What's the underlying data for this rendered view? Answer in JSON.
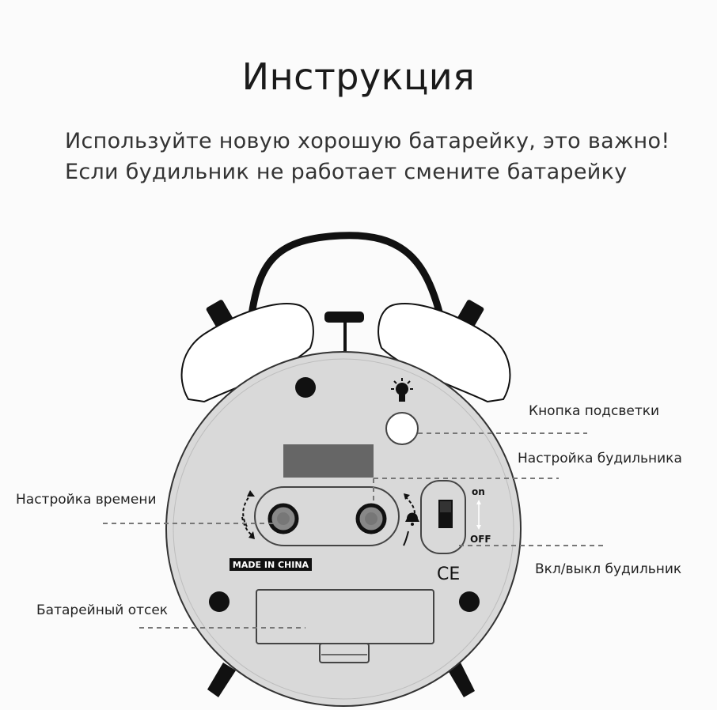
{
  "title": "Инструкция",
  "instructions": [
    "Используйте новую хорошую батарейку, это важно!",
    "Если будильник не работает смените батарейку"
  ],
  "callouts": {
    "backlight_button": "Кнопка подсветки",
    "alarm_setting": "Настройка будильника",
    "time_setting": "Настройка времени",
    "alarm_switch": "Вкл/выкл будильник",
    "battery_compartment": "Батарейный отсек"
  },
  "device": {
    "made_in": "MADE IN CHINA",
    "ce_mark": "CE",
    "switch_on": "on",
    "switch_off": "OFF",
    "icons": [
      "bulb-icon",
      "time-arrows-icon",
      "bell-icon"
    ]
  }
}
